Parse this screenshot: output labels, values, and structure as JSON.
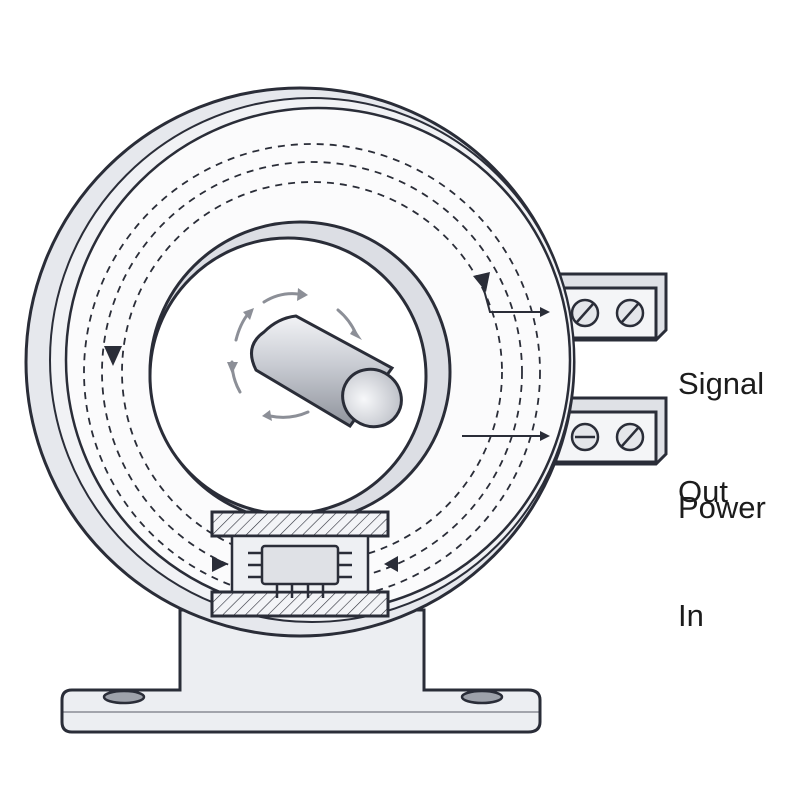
{
  "labels": {
    "signal_out": {
      "line1": "Signal",
      "line2": "Out"
    },
    "power_in": {
      "line1": "Power",
      "line2": "In"
    }
  },
  "colors": {
    "outline": "#2a2d38",
    "housing": "#eeeff3",
    "housing_face": "#fbfbfc",
    "ring_shadow": "#d9dbe2",
    "shaft": "#c9ccd3",
    "arrow_gray": "#8c8f97",
    "chip": "#e3e5ea"
  },
  "icons": {
    "flux_arrow": "arrowhead-icon",
    "rotation": "rotation-arrows-icon",
    "terminal_screw": "screw-icon",
    "ic_chip": "chip-icon"
  }
}
